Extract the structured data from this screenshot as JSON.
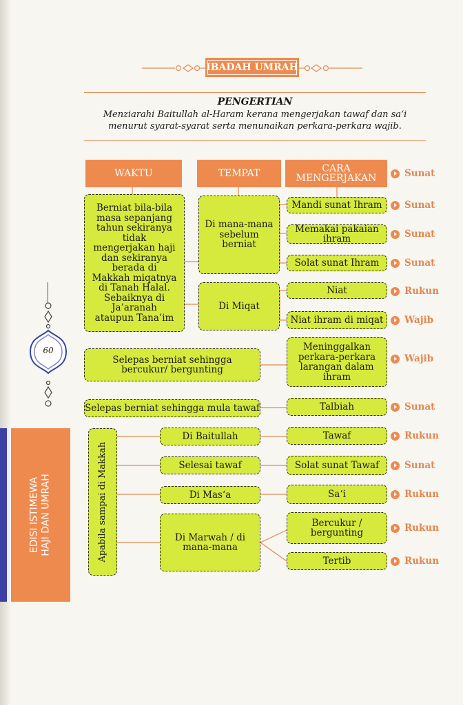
{
  "page_number": "60",
  "spine": {
    "line1": "EDISI ISTIMEWA",
    "line2": "HAJI DAN UMRAH"
  },
  "title": "IBADAH UMRAH",
  "definition": {
    "heading": "PENGERTIAN",
    "line1": "Menziarahi Baitullah al-Haram kerana mengerjakan tawaf dan sa‘i",
    "line2": "menurut syarat-syarat serta menunaikan perkara-perkara wajib."
  },
  "headers": {
    "waktu": "WAKTU",
    "tempat": "TEMPAT",
    "cara_line1": "CARA",
    "cara_line2": "MENGERJAKAN",
    "header_status": "Sunat"
  },
  "waktu": {
    "main": "Berniat bila-bila masa sepanjang tahun sekiranya tidak mengerjakan haji dan sekiranya berada di Makkah miqatnya di Tanah Halal. Sebaiknya di Ja’aranah ataupun Tana’im",
    "after_niat": "Selepas berniat sehingga bercukur/ bergunting",
    "talbiah": "Selepas berniat sehingga mula tawaf",
    "vertical": "Apabila sampai di Makkah"
  },
  "tempat": {
    "before": "Di mana-mana sebelum berniat",
    "miqat": "Di Miqat",
    "baitullah": "Di Baitullah",
    "selesai": "Selesai tawaf",
    "masa": "Di Mas‘a",
    "marwah": "Di Marwah / di mana-mana"
  },
  "steps": [
    {
      "label": "Mandi sunat Ihram",
      "status": "Sunat"
    },
    {
      "label": "Memakai pakaian ihram",
      "status": "Sunat"
    },
    {
      "label": "Solat sunat Ihram",
      "status": "Sunat"
    },
    {
      "label": "Niat",
      "status": "Rukun"
    },
    {
      "label": "Niat ihram di miqat",
      "status": "Wajib"
    },
    {
      "label": "Meninggalkan perkara-perkara larangan dalam ihram",
      "status": "Wajib"
    },
    {
      "label": "Talbiah",
      "status": "Sunat"
    },
    {
      "label": "Tawaf",
      "status": "Rukun"
    },
    {
      "label": "Solat sunat Tawaf",
      "status": "Sunat"
    },
    {
      "label": "Sa‘i",
      "status": "Rukun"
    },
    {
      "label": "Bercukur / bergunting",
      "status": "Rukun"
    },
    {
      "label": "Tertib",
      "status": "Rukun"
    }
  ],
  "colors": {
    "accent": "#ef8a4f",
    "box": "#d5ea3c",
    "spine_blue": "#3b3fa6"
  }
}
